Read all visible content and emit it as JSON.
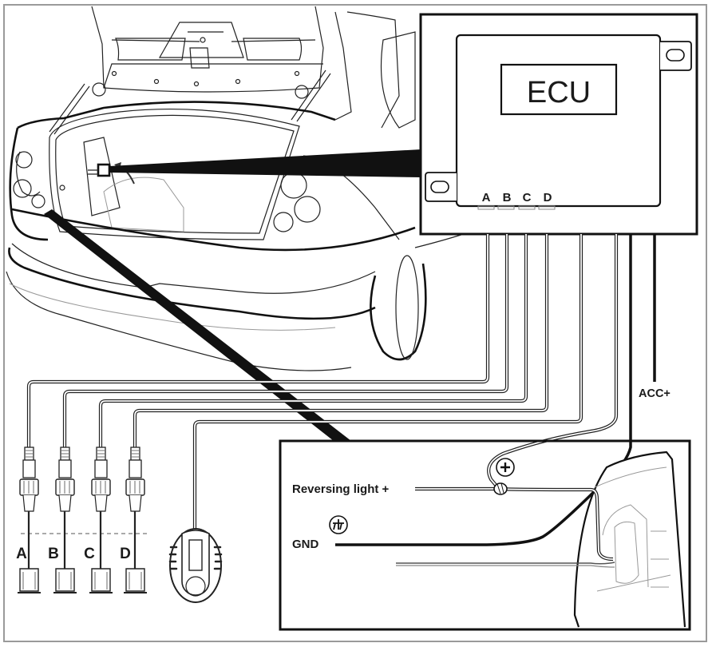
{
  "diagram": {
    "type": "parking-sensor-wiring",
    "ecu": {
      "title": "ECU",
      "ports": [
        "A",
        "B",
        "C",
        "D"
      ]
    },
    "sensors": {
      "labels": [
        "A",
        "B",
        "C",
        "D"
      ]
    },
    "power": {
      "acc_label": "ACC+",
      "reversing_label": "Reversing light +",
      "gnd_label": "GND",
      "plus_symbol": "+",
      "ground_symbol": "⏚"
    },
    "colors": {
      "line": "#111111",
      "frame": "#9a9a9a",
      "background": "#ffffff"
    }
  }
}
